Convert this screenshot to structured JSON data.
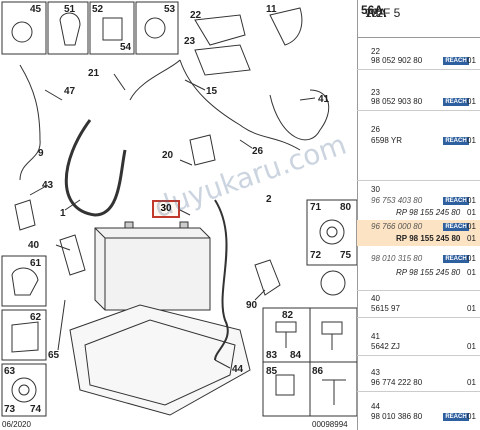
{
  "header": {
    "part_a": "W2F 5 ",
    "part_b": "56A",
    "part_c": " 10A"
  },
  "diagram": {
    "labels": [
      "45",
      "51",
      "52",
      "53",
      "22",
      "23",
      "11",
      "54",
      "21",
      "15",
      "47",
      "41",
      "9",
      "26",
      "20",
      "43",
      "1",
      "2",
      "30",
      "71",
      "80",
      "40",
      "72",
      "75",
      "61",
      "62",
      "63",
      "65",
      "44",
      "73",
      "74",
      "82",
      "83",
      "84",
      "90",
      "85",
      "86"
    ],
    "selected_label": "30",
    "watermark": "duyukaru.com",
    "footer_left": "06/2020",
    "footer_right": "00098994"
  },
  "parts_list": [
    {
      "section": "22",
      "rows": [
        {
          "ref": "98 052 902 80",
          "badge": "REACH",
          "qty": "01"
        }
      ]
    },
    {
      "section": "23",
      "rows": [
        {
          "ref": "98 052 903 80",
          "badge": "REACH",
          "qty": "01"
        }
      ]
    },
    {
      "section": "26",
      "rows": [
        {
          "ref": "6598 YR",
          "badge": "REACH",
          "qty": "01"
        }
      ]
    },
    {
      "section": "30",
      "rows": [
        {
          "ref": "96 753 403 80",
          "badge": "REACH",
          "qty": "01",
          "rp": "RP 98 155 245 80",
          "rp_qty": "01",
          "superseded": true
        },
        {
          "ref": "96 766 000 80",
          "badge": "REACH",
          "qty": "01",
          "rp": "RP 98 155 245 80",
          "rp_qty": "01",
          "superseded": true,
          "highlight": true
        },
        {
          "ref": "98 010 315 80",
          "badge": "REACH",
          "qty": "01",
          "rp": "RP 98 155 245 80",
          "rp_qty": "01",
          "superseded": true
        }
      ]
    },
    {
      "section": "40",
      "rows": [
        {
          "ref": "5615 97",
          "qty": "01"
        }
      ]
    },
    {
      "section": "41",
      "rows": [
        {
          "ref": "5642 ZJ",
          "qty": "01"
        }
      ]
    },
    {
      "section": "43",
      "rows": [
        {
          "ref": "96 774 222 80",
          "qty": "01"
        }
      ]
    },
    {
      "section": "44",
      "rows": [
        {
          "ref": "98 010 386 80",
          "badge": "REACH",
          "qty": "01"
        }
      ]
    }
  ]
}
